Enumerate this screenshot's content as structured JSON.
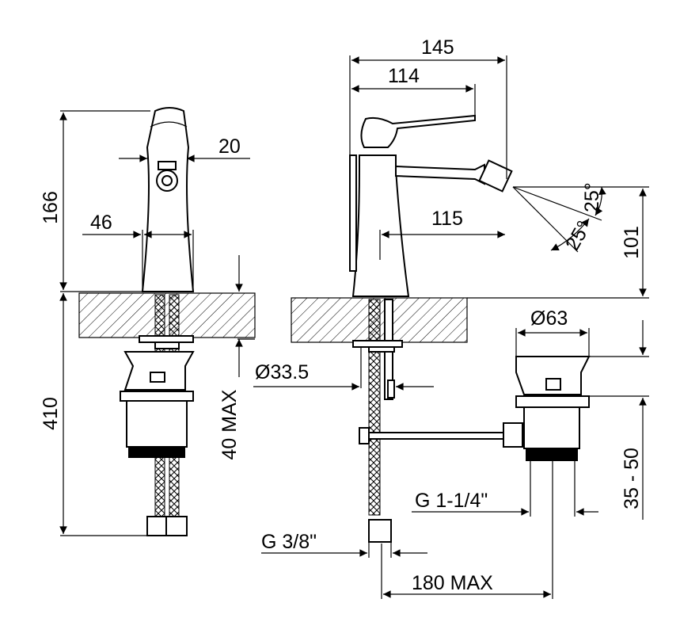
{
  "dimensions": {
    "front": {
      "height_total": "166",
      "width_handle": "20",
      "width_body": "46",
      "overall": "410",
      "deck_thickness": "40 MAX"
    },
    "side": {
      "width_overall": "145",
      "width_spout": "114",
      "reach": "115",
      "height_outlet": "101",
      "angle_up": "25°",
      "angle_down": "25°",
      "hole_diameter": "Ø33.5",
      "popup_diameter": "Ø63",
      "drain_thread": "G 1-1/4\"",
      "drain_range": "35 - 50",
      "supply_thread": "G 3/8\"",
      "rod_length": "180 MAX"
    }
  }
}
